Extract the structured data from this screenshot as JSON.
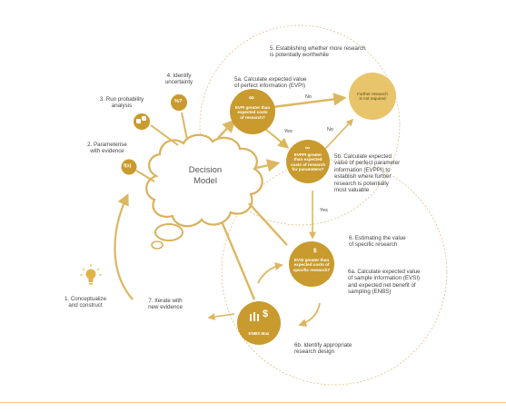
{
  "colors": {
    "gold": "#c99a2e",
    "gold_light": "#e8c46b",
    "arrow": "#dcb761",
    "cloud_stroke": "#d9b15b",
    "dashed": "#d8b870",
    "text": "#444444",
    "rule": "#e7c983"
  },
  "center": {
    "title_line1": "Decision",
    "title_line2": "Model"
  },
  "steps": {
    "s1": {
      "line1": "1. Conceptualize",
      "line2": "and construct"
    },
    "s2": {
      "line1": "2. Parameterise",
      "line2": "with evidence"
    },
    "s3": {
      "line1": "3. Run probability",
      "line2": "analysis"
    },
    "s4": {
      "line1": "4. Identify",
      "line2": "uncertainty"
    },
    "s5": {
      "line1": "5. Establishing whether more research",
      "line2": "is potentially worthwhile"
    },
    "s5a": {
      "line1": "5a. Calculate expected value",
      "line2": "of perfect information (EVPI)"
    },
    "s5b": {
      "line1": "5b. Calculate expected",
      "line2": "value of perfect parameter",
      "line3": "information (EVPPI) to",
      "line4": "establish where further",
      "line5": "research is potentially",
      "line6": "most valuable"
    },
    "s6": {
      "line1": "6. Estimating the value",
      "line2": "of specific research"
    },
    "s6a": {
      "line1": "6a. Calculate expected value",
      "line2": "of sample information (EVSI)",
      "line3": "and expected net benefit of",
      "line4": "sampling (ENBS)"
    },
    "s6b": {
      "line1": "6b. Identify appropriate",
      "line2": "research design"
    },
    "s7": {
      "line1": "7. Iterate with",
      "line2": "new evidence"
    }
  },
  "icons": {
    "s2_glyph": "f(x)",
    "s4_glyph": "%?",
    "evpi_glyph": "∞",
    "evppi_glyph": "∞",
    "evsi_glyph": "$",
    "enbs_glyph": "$"
  },
  "nodes": {
    "evpi": {
      "line1": "EVPI  greater than",
      "line2": "expected costs",
      "line3": "of research?"
    },
    "evppi": {
      "line1": "EVPPI   greater",
      "line2": "than expected",
      "line3": "costs of research",
      "line4": "for parameters?"
    },
    "further": {
      "line1": "Further research",
      "line2": "is not required"
    },
    "evsi": {
      "line1": "EVSI greater than",
      "line2": "expected costs of",
      "line3": "specific research?"
    },
    "enbs": {
      "line1": "ENBS Max"
    }
  },
  "edges": {
    "no1": "No",
    "yes1": "Yes",
    "no2": "No",
    "yes2": "Yes"
  }
}
